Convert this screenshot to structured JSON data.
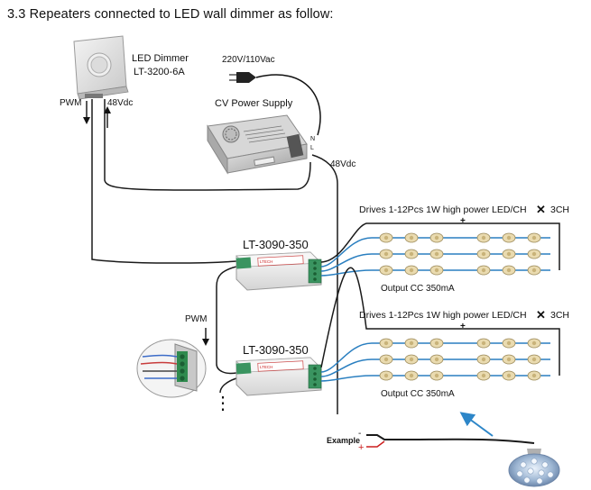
{
  "heading": "3.3 Repeaters connected to LED wall dimmer as follow:",
  "dimmer": {
    "name": "LED Dimmer",
    "model": "LT-3200-6A"
  },
  "mains_label": "220V/110Vac",
  "psu": {
    "name": "CV Power Supply",
    "terminal_n": "N",
    "terminal_l": "L"
  },
  "signals": {
    "pwm_top": "PWM",
    "v48_top": "48Vdc",
    "v48_right": "48Vdc",
    "pwm_mid": "PWM"
  },
  "repeaters": [
    {
      "model": "LT-3090-350",
      "brand": "LTECH",
      "drives": "Drives 1-12Pcs 1W high power LED/CH",
      "channels": "3CH",
      "times": "✕",
      "output": "Output CC 350mA"
    },
    {
      "model": "LT-3090-350",
      "brand": "LTECH",
      "drives": "Drives 1-12Pcs 1W high power LED/CH",
      "channels": "3CH",
      "times": "✕",
      "output": "Output CC 350mA"
    }
  ],
  "plus_sign": "+",
  "example_label": "Example",
  "example_minus": "-",
  "example_plus": "+",
  "continuation": "⋮",
  "colors": {
    "wire": "#1a1a1a",
    "channel_wire": "#2a7fc0",
    "led_body": "#eadbb0",
    "accent_red": "#cc1f1f",
    "arrow_blue": "#2d86c8"
  }
}
